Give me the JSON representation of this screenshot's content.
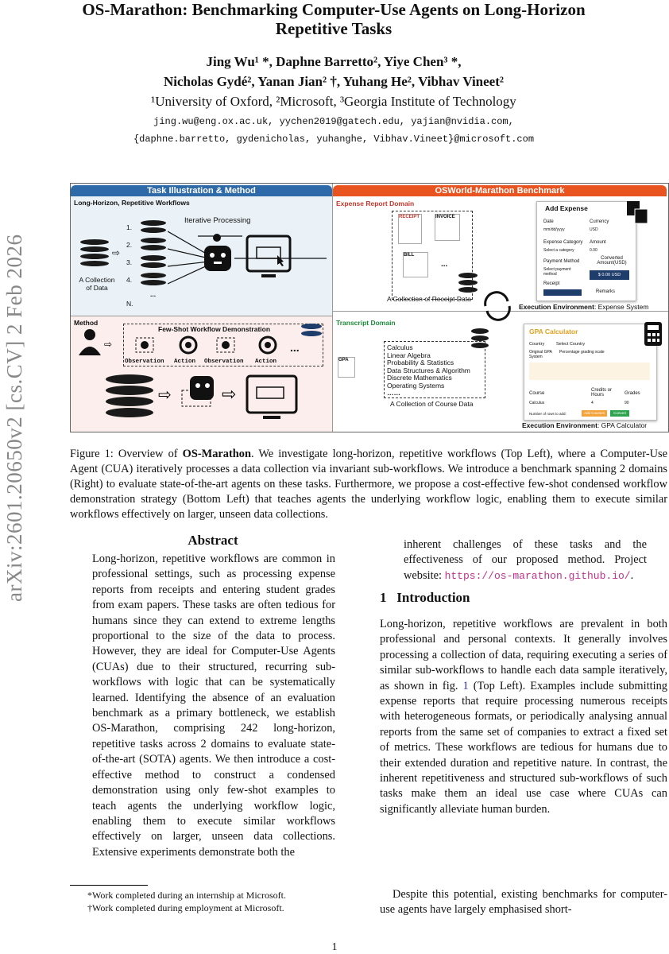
{
  "sidebar": {
    "arxiv_id": "arXiv:2601.20650v2  [cs.CV]  2 Feb 2026"
  },
  "header": {
    "title_line1": "OS-Marathon: Benchmarking Computer-Use Agents on Long-Horizon",
    "title_line2": "Repetitive Tasks",
    "authors_line1": "Jing Wu¹ *, Daphne Barretto², Yiye Chen³ *,",
    "authors_line2": "Nicholas Gydé², Yanan Jian² †, Yuhang He², Vibhav Vineet²",
    "affiliations": "¹University of Oxford, ²Microsoft, ³Georgia Institute of Technology",
    "emails_line1": "jing.wu@eng.ox.ac.uk, yychen2019@gatech.edu, yajian@nvidia.com,",
    "emails_line2": "{daphne.barretto, gydenicholas, yuhanghe, Vibhav.Vineet}@microsoft.com"
  },
  "figure": {
    "left_header": "Task Illustration & Method",
    "right_header": "OSWorld-Marathon Benchmark",
    "long_horizon_label": "Long-Horizon, Repetitive Workflows",
    "iterative_label": "Iterative Processing",
    "collection_label": "A Collection of Data",
    "items": [
      "1.",
      "2.",
      "3.",
      "4.",
      "...",
      "N."
    ],
    "method_label": "Method",
    "fewshot_label": "Few-Shot Workflow Demonstration",
    "obs_label": "Observation",
    "action_label": "Action",
    "ellipsis": "...",
    "expense_domain": "Expense Report Domain",
    "receipt_label": "RECEIPT",
    "invoice_label": "INVOICE",
    "bill_label": "BILL",
    "receipt_collection": "A Collection of Receipt Data",
    "add_expense": "Add Expense",
    "form_date": "Date",
    "form_date_value": "mm/dd/yyyy",
    "form_currency": "Currency",
    "form_currency_value": "USD",
    "form_category": "Expense Category",
    "form_category_value": "Select a category",
    "form_amount": "Amount",
    "form_amount_value": "0.00",
    "form_payment": "Payment Method",
    "form_payment_value": "Select payment method",
    "form_converted": "Converted Amount(USD)",
    "form_converted_value": "$ 0.00 USD",
    "form_receipt": "Receipt",
    "form_remarks": "Remarks",
    "exec_env_expense_bold": "Execution Environment",
    "exec_env_expense": ": Expense System",
    "transcript_domain": "Transcript Domain",
    "courses": [
      "Calculus",
      "Linear Algebra",
      "Probability & Statistics",
      "Data Structures & Algorithm",
      "Discrete Mathematics",
      "Operating Systems",
      "……"
    ],
    "gpa_label": "GPA",
    "course_collection": "A Collection of Course Data",
    "gpa_calc_title": "GPA Calculator",
    "gpa_country": "Country",
    "gpa_country_value": "Select Country",
    "gpa_original": "Original GPA System",
    "gpa_percentage": "Percentage grading scale",
    "gpa_course": "Course",
    "gpa_credits": "Credits or Hours",
    "gpa_grades": "Grades",
    "gpa_row_course": "Calculus",
    "gpa_row_credits": "4",
    "gpa_row_grade": "90",
    "gpa_rows_label": "Number of rows to add:",
    "gpa_add_btn": "Add Courses",
    "gpa_convert_btn": "Convert",
    "exec_env_gpa_bold": "Execution Environment",
    "exec_env_gpa": ": GPA Calculator"
  },
  "caption": {
    "prefix": "Figure 1:  Overview of ",
    "bold": "OS-Marathon",
    "text": ".  We investigate long-horizon, repetitive workflows (Top Left), where a Computer-Use Agent (CUA) iteratively processes a data collection via invariant sub-workflows. We introduce a benchmark spanning 2 domains (Right) to evaluate state-of-the-art agents on these tasks. Furthermore, we propose a cost-effective few-shot condensed workflow demonstration strategy (Bottom Left) that teaches agents the underlying workflow logic, enabling them to execute similar workflows effectively on larger, unseen data collections."
  },
  "abstract": {
    "title": "Abstract",
    "body": "Long-horizon, repetitive workflows are common in professional settings, such as processing expense reports from receipts and entering student grades from exam papers. These tasks are often tedious for humans since they can extend to extreme lengths proportional to the size of the data to process. However, they are ideal for Computer-Use Agents (CUAs) due to their structured, recurring sub-workflows with logic that can be systematically learned. Identifying the absence of an evaluation benchmark as a primary bottleneck, we establish OS-Marathon, comprising 242 long-horizon, repetitive tasks across 2 domains to evaluate state-of-the-art (SOTA) agents. We then introduce a cost-effective method to construct a condensed demonstration using only few-shot examples to teach agents the underlying workflow logic, enabling them to execute similar workflows effectively on larger, unseen data collections. Extensive experiments demonstrate both the"
  },
  "right_column": {
    "abstract_cont": "inherent challenges of these tasks and the effectiveness of our proposed method. Project website: ",
    "project_url": "https://os-marathon.github.io/",
    "section_number": "1",
    "section_title": "Introduction",
    "intro_p1_a": "Long-horizon, repetitive workflows are prevalent in both professional and personal contexts. It generally involves processing a collection of data, requiring executing a series of similar sub-workflows to handle each data sample iteratively, as shown in fig. ",
    "intro_p1_ref": "1",
    "intro_p1_b": " (Top Left). Examples include submitting expense reports that require processing numerous receipts with heterogeneous formats, or periodically analysing annual reports from the same set of companies to extract a fixed set of metrics. These workflows are tedious for humans due to their extended duration and repetitive nature. In contrast, the inherent repetitiveness and structured sub-workflows of such tasks make them an ideal use case where CUAs can significantly alleviate human burden.",
    "intro_p2": "Despite this potential, existing benchmarks for computer-use agents have largely emphasised short-"
  },
  "footnotes": {
    "fn1": "*Work completed during an internship at Microsoft.",
    "fn2": "†Work completed during employment at Microsoft."
  },
  "page_number": "1",
  "colors": {
    "blue_header": "#2e6aa8",
    "orange_header": "#e8531f",
    "link": "#c0328a",
    "ref": "#2b2bb5"
  }
}
